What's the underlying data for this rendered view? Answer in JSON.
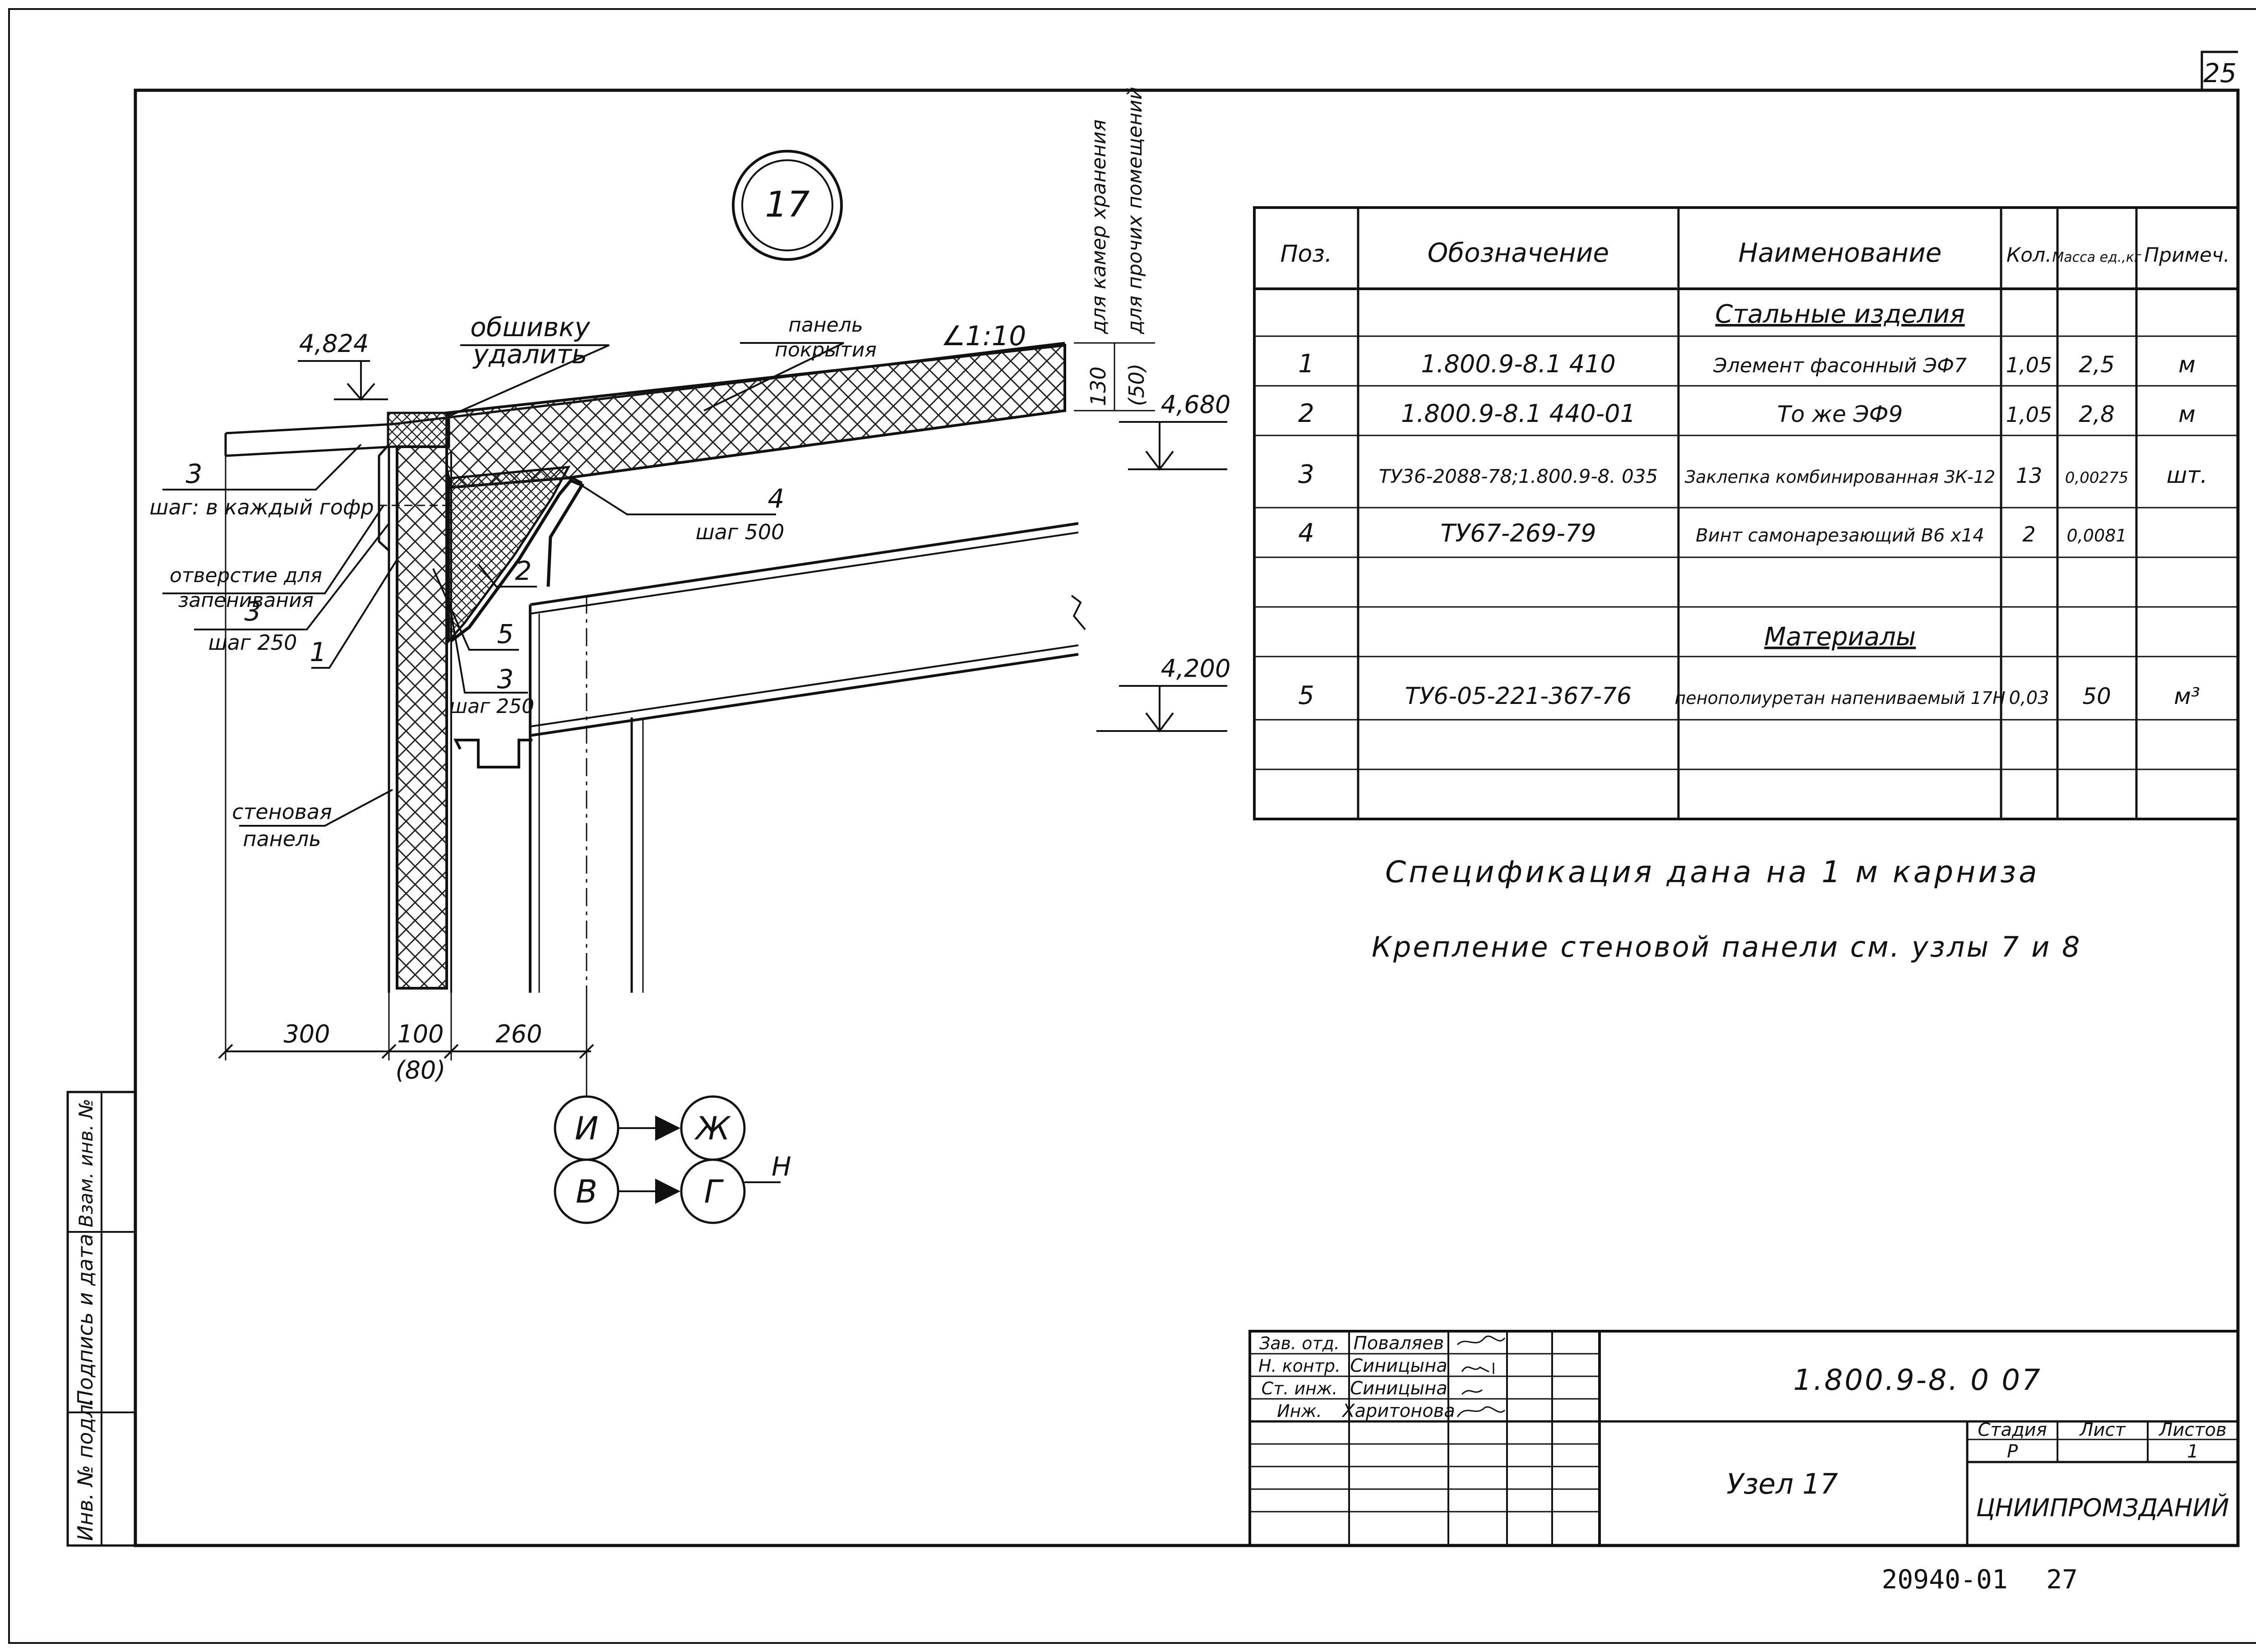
{
  "sheet_number": "25",
  "node_id": "17",
  "elevations": {
    "top": "4,824",
    "eave": "4,680",
    "lower": "4,200"
  },
  "labels": {
    "remove_cladding_1": "обшивку",
    "remove_cladding_2": "удалить",
    "roof_panel_1": "панель",
    "roof_panel_2": "покрытия",
    "slope": "∠1:10",
    "cold_storage": "для камер хранения",
    "other_rooms": "для прочих помещений",
    "dim_130": "130",
    "dim_50": "(50)",
    "pos3_a": "3",
    "step_every_corrugation": "шаг: в каждый гофр",
    "hole_1": "отверстие для",
    "hole_2": "запенивания",
    "pos3_b": "3",
    "step_250_a": "шаг 250",
    "pos1": "1",
    "pos4": "4",
    "step_500": "шаг 500",
    "pos2": "2",
    "pos5": "5",
    "pos3_c": "3",
    "step_250_b": "шаг 250",
    "wall_panel_1": "стеновая",
    "wall_panel_2": "панель",
    "dim_300": "300",
    "dim_100": "100",
    "dim_80": "(80)",
    "dim_260": "260"
  },
  "axes": {
    "i": "И",
    "zh": "Ж",
    "v": "В",
    "g": "Г",
    "n": "Н"
  },
  "spec_table": {
    "headers": [
      "Поз.",
      "Обозначение",
      "Наименование",
      "Кол.",
      "Масса ед.,кг",
      "Примеч."
    ],
    "section_steel": "Стальные изделия",
    "section_materials": "Материалы",
    "rows": [
      {
        "pos": "1",
        "code": "1.800.9-8.1 410",
        "name": "Элемент фасонный ЭФ7",
        "qty": "1,05",
        "mass": "2,5",
        "note": "м"
      },
      {
        "pos": "2",
        "code": "1.800.9-8.1 440-01",
        "name": "То же ЭФ9",
        "qty": "1,05",
        "mass": "2,8",
        "note": "м"
      },
      {
        "pos": "3",
        "code": "ТУ36-2088-78;1.800.9-8. 035",
        "name": "Заклепка комбинированная ЗК-12",
        "qty": "13",
        "mass": "0,00275",
        "note": "шт."
      },
      {
        "pos": "4",
        "code": "ТУ67-269-79",
        "name": "Винт самонарезающий В6 х14",
        "qty": "2",
        "mass": "0,0081",
        "note": ""
      },
      {
        "pos": "5",
        "code": "ТУ6-05-221-367-76",
        "name": "пенополиуретан напениваемый 17Н",
        "qty": "0,03",
        "mass": "50",
        "note": "м³"
      }
    ]
  },
  "notes": [
    "Спецификация дана на 1 м карниза",
    "Крепление стеновой панели см. узлы 7 и 8"
  ],
  "side_stamp": [
    "Инв. № подл.",
    "Подпись и дата",
    "Взам. инв. №"
  ],
  "title_block": {
    "roles": [
      "Зав. отд.",
      "Н. контр.",
      "Ст. инж.",
      "Инж."
    ],
    "names": [
      "Поваляев",
      "Синицына",
      "Синицына",
      "Харитонова"
    ],
    "document": "1.800.9-8. 0 07",
    "title": "Узел 17",
    "stage_label": "Стадия",
    "sheet_label": "Лист",
    "sheets_label": "Листов",
    "stage": "Р",
    "sheets": "1",
    "org": "ЦНИИПРОМЗДАНИЙ"
  },
  "footer": {
    "archive": "20940-01",
    "page": "27"
  }
}
